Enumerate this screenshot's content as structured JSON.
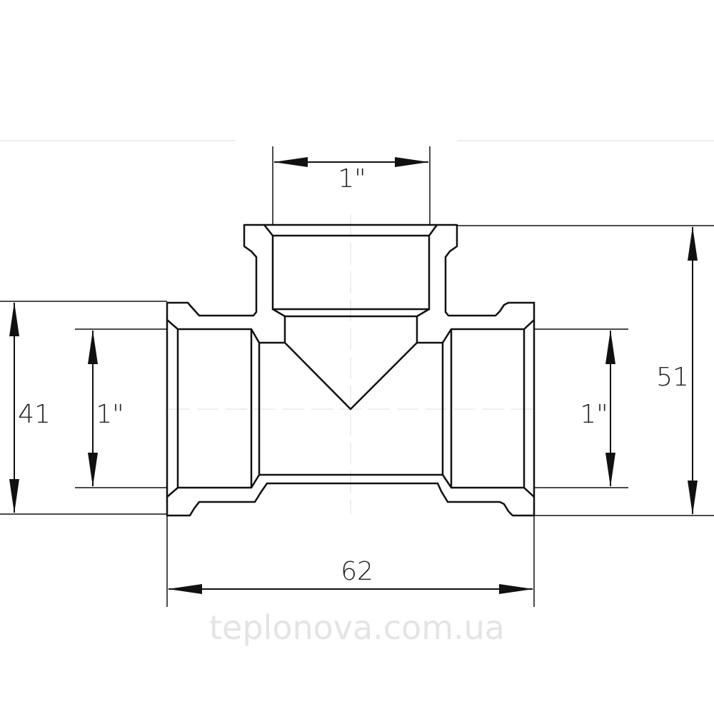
{
  "drawing": {
    "dimensions": {
      "top_thread": "1\"",
      "left_thread": "1\"",
      "right_thread": "1\"",
      "overall_height": "51",
      "side_height": "41",
      "overall_length": "62"
    },
    "watermark": "teplonova.com.ua",
    "line_color": "#111111"
  }
}
